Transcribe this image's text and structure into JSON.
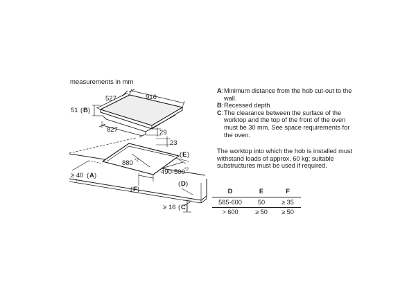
{
  "diagram": {
    "units_caption": "measurements in mm",
    "dim_527": "527",
    "dim_916": "916",
    "dim_827": "827",
    "dim_29": "29",
    "dim_23": "23",
    "dim_880": "880",
    "dim_880_sup": "*2",
    "dim_490_500": "490-500",
    "dim_490_500_sup": "*2",
    "dim_51": "51",
    "b_letter": "B",
    "dim_ge40": "≥ 40",
    "a_letter": "A",
    "dim_ge16": "≥ 16",
    "c_letter": "C",
    "e_letter": "E",
    "d_letter": "D",
    "f_letter": "F"
  },
  "notes": [
    {
      "key": "A",
      "text": "Minimum distance from the hob cut-out to the wall."
    },
    {
      "key": "B",
      "text": "Recessed depth"
    },
    {
      "key": "C",
      "text": "The clearance between the surface of the worktop and the top of the front of the oven must be 30 mm. See space requirements for the oven."
    }
  ],
  "worktop_note": "The worktop into which the hob is installed must withstand loads of approx. 60 kg; suitable substructures must be used if required.",
  "table": {
    "headers": [
      "D",
      "E",
      "F"
    ],
    "rows": [
      [
        "585-600",
        "50",
        "≥ 35"
      ],
      [
        "> 600",
        "≥ 50",
        "≥ 50"
      ]
    ]
  }
}
